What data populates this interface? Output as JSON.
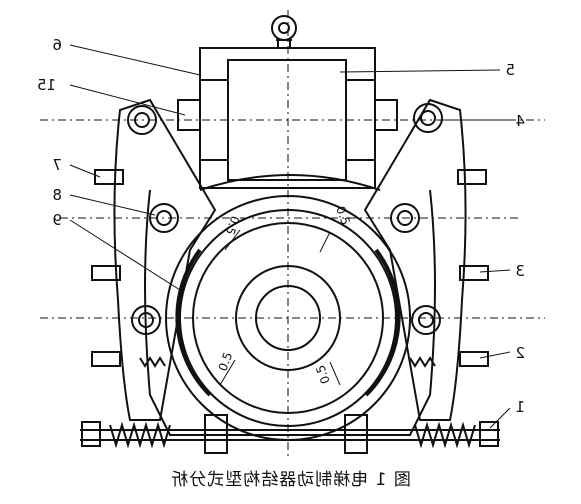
{
  "figure": {
    "caption": "图 1 电梯制动器结构型式分析",
    "mirrored": true
  },
  "callouts": {
    "c1": "1",
    "c2": "2",
    "c3": "3",
    "c4": "4",
    "c5": "5",
    "c6": "6",
    "c7": "7",
    "c8": "8",
    "c9": "9",
    "c15": "15"
  },
  "clearance_labels": {
    "upper_left": "0.5",
    "upper_right": "0.5",
    "lower_left": "0.5",
    "lower_right": "0.5"
  },
  "colors": {
    "line": "#111111",
    "background": "#ffffff"
  }
}
